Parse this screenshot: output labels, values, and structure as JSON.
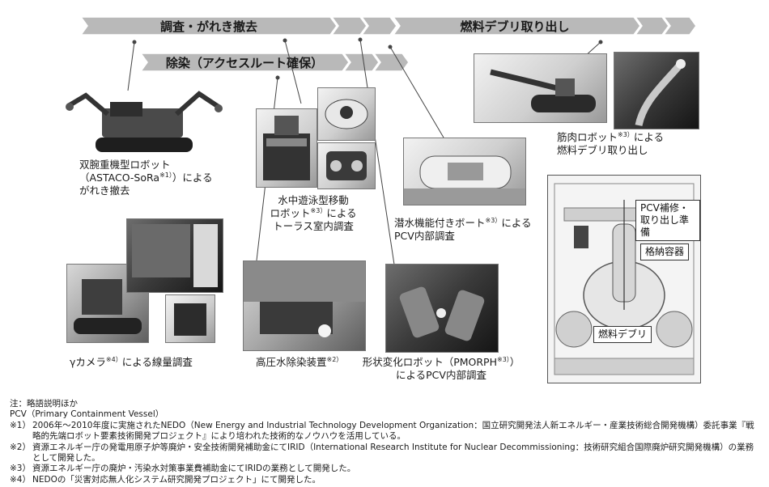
{
  "phases": {
    "survey": "調査・がれき撤去",
    "decon": "除染（アクセスルート確保）",
    "fuel": "燃料デブリ取り出し"
  },
  "captions": {
    "astaco": {
      "l1": "双腕重機型ロボット",
      "l2a": "（ASTACO-SoRa",
      "l2s": "※1）",
      "l2b": "）による",
      "l3": "がれき撤去"
    },
    "swim": {
      "l1": "水中遊泳型移動",
      "l2a": "ロボット",
      "l2s": "※3）",
      "l2b": "による",
      "l3": "トーラス室内調査"
    },
    "boat": {
      "l1a": "潜水機能付きボート",
      "l1s": "※3）",
      "l1b": "による",
      "l2": "PCV内部調査"
    },
    "muscle": {
      "l1a": "筋肉ロボット",
      "l1s": "※3）",
      "l1b": "による",
      "l2": "燃料デブリ取り出し"
    },
    "gamma": {
      "pre": "γカメラ",
      "sup": "※4）",
      "post": "による線量調査"
    },
    "hpw": {
      "pre": "高圧水除染装置",
      "sup": "※2）"
    },
    "pmorph": {
      "l1a": "形状変化ロボット（PMORPH",
      "l1s": "※3）",
      "l1b": "）",
      "l2": "によるPCV内部調査"
    }
  },
  "diagram_labels": {
    "pcv": [
      "PCV補修・",
      "取り出し準備"
    ],
    "container": "格納容器",
    "debris": "燃料デブリ"
  },
  "notes": [
    {
      "mark": "注：",
      "text": "略語説明ほか"
    },
    {
      "mark": "",
      "text": "PCV（Primary Containment Vessel）"
    },
    {
      "mark": "※1）",
      "text": "2006年〜2010年度に実施されたNEDO（New Energy and Industrial Technology Development Organization：国立研究開発法人新エネルギー・産業技術総合開発機構）委託事業『戦略的先端ロボット要素技術開発プロジェクト』により培われた技術的なノウハウを活用している。"
    },
    {
      "mark": "※2）",
      "text": "資源エネルギー庁の発電用原子炉等廃炉・安全技術開発補助金にてIRID（International Research Institute for Nuclear Decommissioning：技術研究組合国際廃炉研究開発機構）の業務として開発した。"
    },
    {
      "mark": "※3）",
      "text": "資源エネルギー庁の廃炉・汚染水対策事業費補助金にてIRIDの業務として開発した。"
    },
    {
      "mark": "※4）",
      "text": "NEDOの「災害対応無人化システム研究開発プロジェクト」にて開発した。"
    }
  ],
  "colors": {
    "chevron_fill": "#b9b9b9",
    "chevron_stroke": "#ffffff",
    "leader": "#444444"
  },
  "icons": [
    "robot-photo",
    "reactor-diagram"
  ]
}
